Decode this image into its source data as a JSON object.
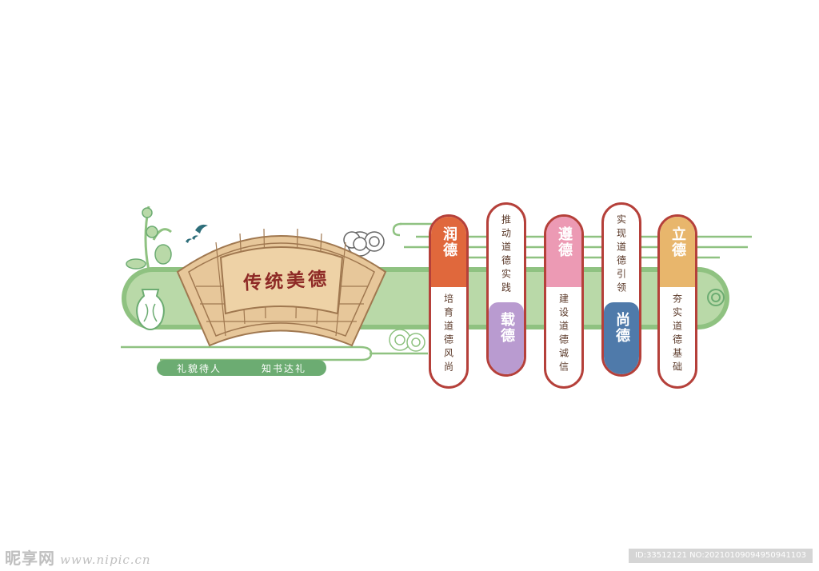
{
  "title": "传统美德",
  "slogans": [
    "礼貌待人",
    "知书达礼"
  ],
  "pills": [
    {
      "cap": "润德",
      "text": "培育道德风尚",
      "color": "#e0683c",
      "cap_pos": "top"
    },
    {
      "cap": "载德",
      "text": "推动道德实践",
      "color": "#b99bd0",
      "cap_pos": "bottom"
    },
    {
      "cap": "遵德",
      "text": "建设道德诚信",
      "color": "#ec9ab4",
      "cap_pos": "top"
    },
    {
      "cap": "尚德",
      "text": "实现道德引领",
      "color": "#4f7aaa",
      "cap_pos": "bottom"
    },
    {
      "cap": "立德",
      "text": "夯实道德基础",
      "color": "#e8b66c",
      "cap_pos": "top"
    }
  ],
  "colors": {
    "green": "#8fc281",
    "light_green": "#a7cf96",
    "frame": "#b5403a",
    "wood": "#e7c79a"
  },
  "watermark": {
    "site": "昵享网",
    "url": "www.nipic.cn",
    "id_text": "ID:33512121 NO:20210109094950941103"
  }
}
